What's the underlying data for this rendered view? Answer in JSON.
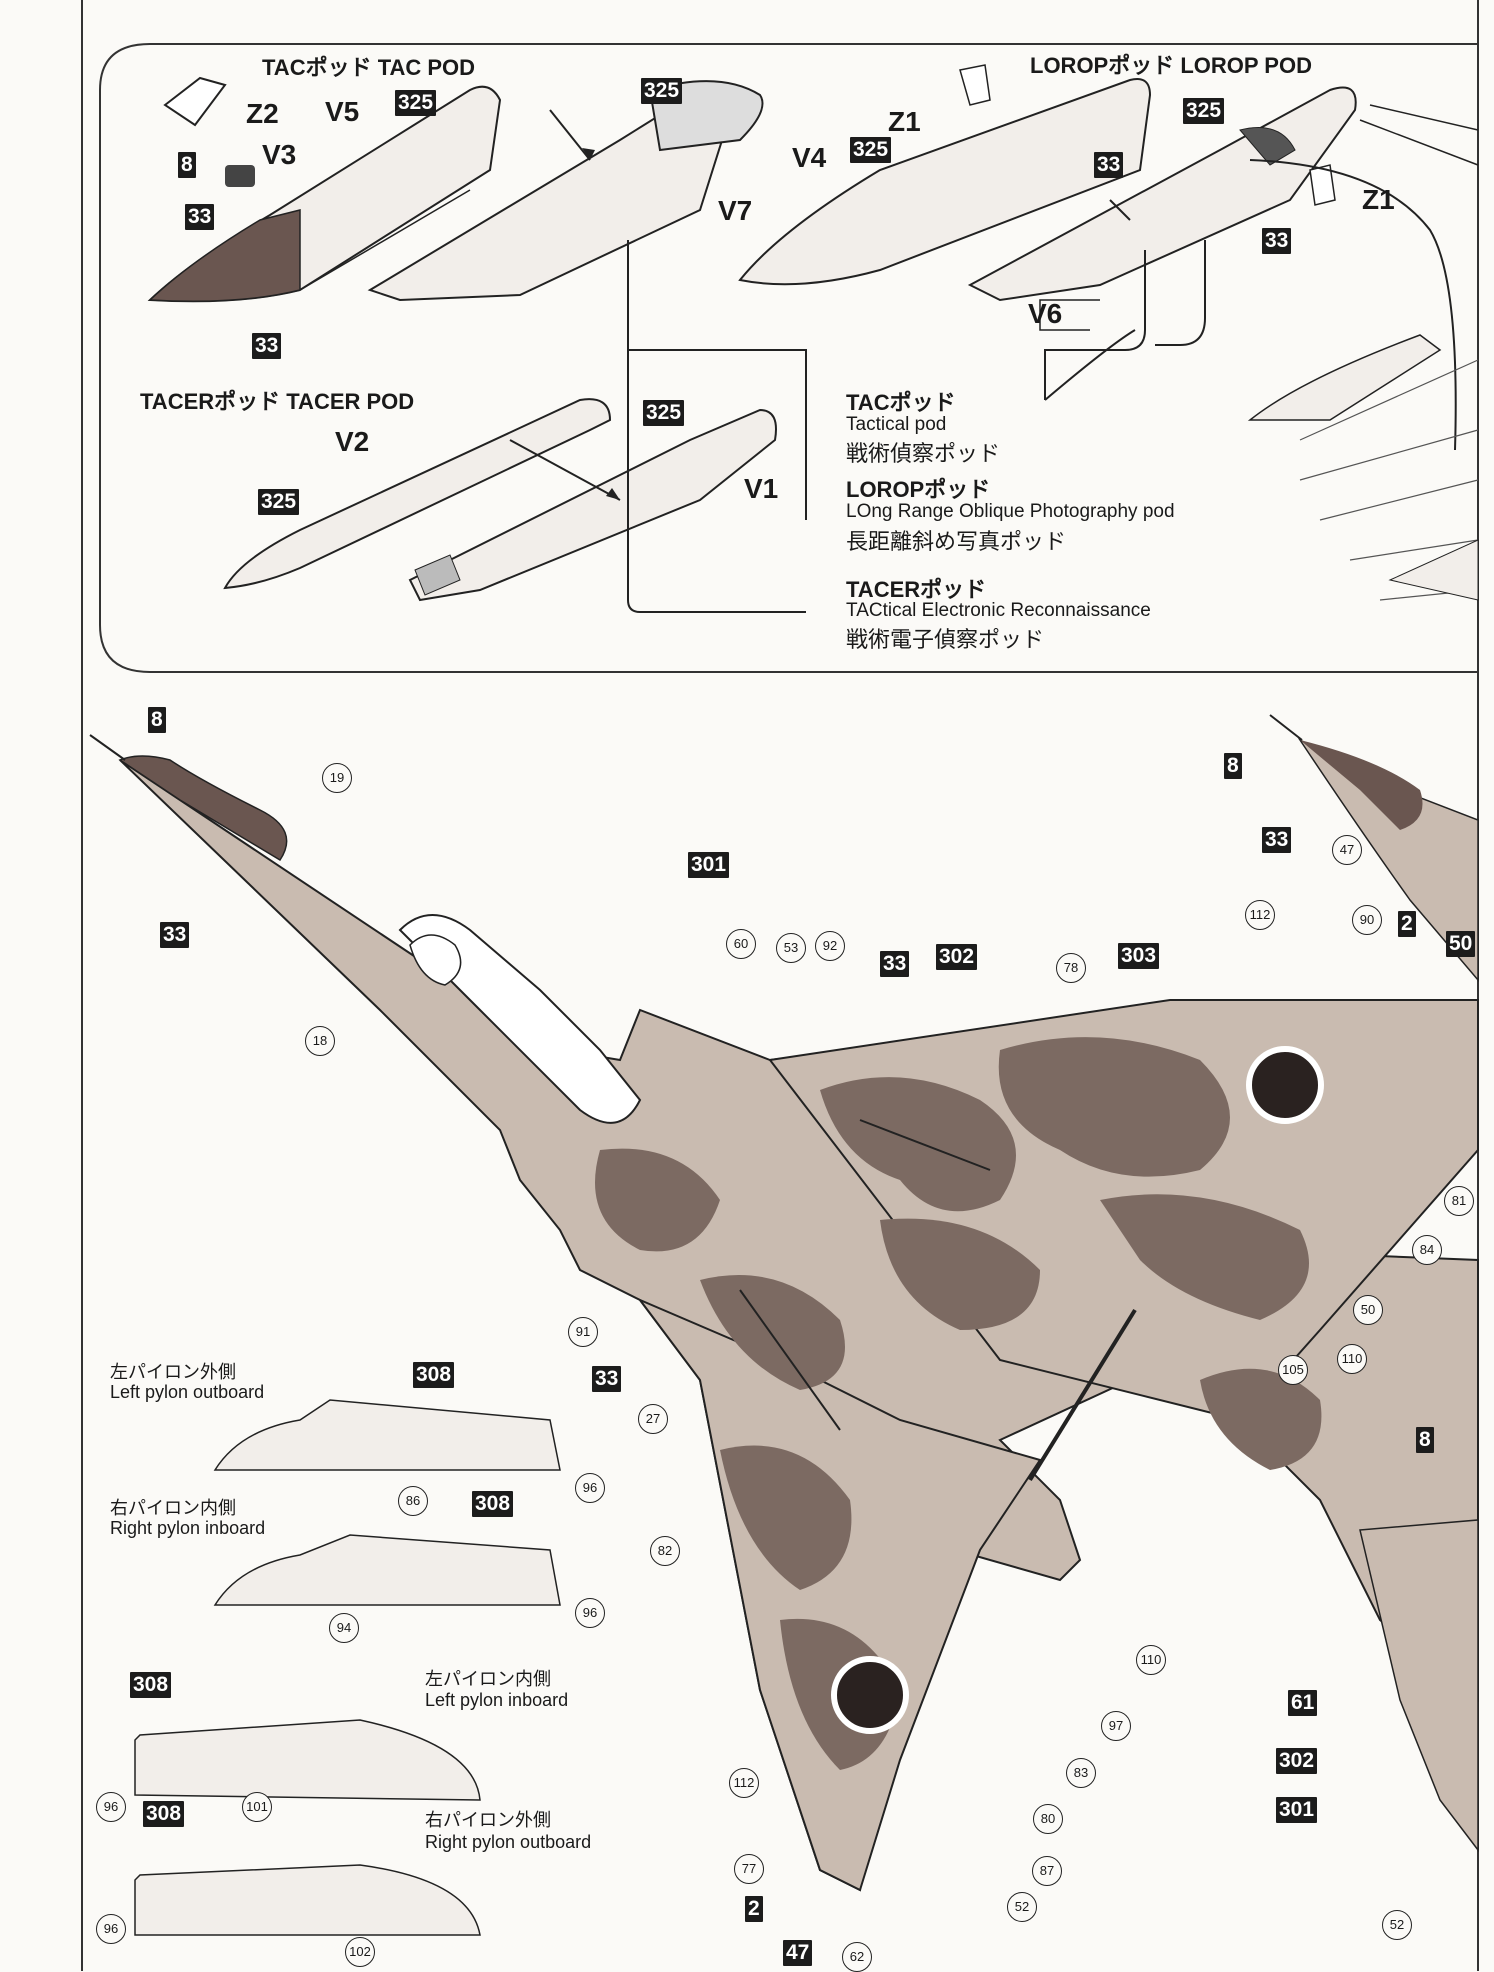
{
  "pod_panel": {
    "tac_title": "TACポッド TAC POD",
    "lorop_title": "LOROPポッド LOROP POD",
    "tacer_title": "TACERポッド TACER POD",
    "callouts": {
      "tac": {
        "z2": "Z2",
        "v5": "V5",
        "p325a": "325",
        "p8": "8",
        "v3": "V3",
        "p33a": "33",
        "p33b": "33",
        "p325b": "325",
        "v4": "V4"
      },
      "lorop": {
        "z1a": "Z1",
        "p325a": "325",
        "v7": "V7",
        "p33a": "33",
        "p325b": "325",
        "z1b": "Z1",
        "p33b": "33",
        "v6": "V6"
      },
      "tacer": {
        "v2": "V2",
        "p325a": "325",
        "p325b": "325",
        "v1": "V1"
      }
    },
    "legend": {
      "tac_h": "TACポッド",
      "tac_en": "Tactical pod",
      "tac_jp": "戦術偵察ポッド",
      "lorop_h": "LOROPポッド",
      "lorop_en": "LOng Range Oblique Photography pod",
      "lorop_jp": "長距離斜め写真ポッド",
      "tacer_h": "TACERポッド",
      "tacer_en": "TACtical Electronic Reconnaissance",
      "tacer_jp": "戦術電子偵察ポッド"
    }
  },
  "aircraft": {
    "boxes": {
      "b8a": "8",
      "b33a": "33",
      "b301a": "301",
      "b33b": "33",
      "b302a": "302",
      "b303": "303",
      "b8b": "8",
      "b33c": "33",
      "b2a": "2",
      "b50": "50",
      "b33d": "33",
      "b8c": "8",
      "b61": "61",
      "b302b": "302",
      "b301b": "301",
      "b2b": "2",
      "b47": "47"
    },
    "circles": {
      "c19": "19",
      "c18": "18",
      "c60": "60",
      "c53": "53",
      "c92": "92",
      "c78": "78",
      "c112a": "112",
      "c90": "90",
      "c47": "47",
      "c81": "81",
      "c84": "84",
      "c50": "50",
      "c110a": "110",
      "c105": "105",
      "c91": "91",
      "c27": "27",
      "c82": "82",
      "c110b": "110",
      "c97": "97",
      "c83": "83",
      "c112b": "112",
      "c80": "80",
      "c77": "77",
      "c87": "87",
      "c52a": "52",
      "c62": "62",
      "c52b": "52"
    }
  },
  "pylons": [
    {
      "jp": "左パイロン外側",
      "en": "Left pylon outboard",
      "part": "308",
      "c1": "86",
      "c2": "96"
    },
    {
      "jp": "右パイロン内側",
      "en": "Right pylon inboard",
      "part": "308",
      "c1": "94",
      "c2": "96"
    },
    {
      "jp": "左パイロン内側",
      "en": "Left pylon inboard",
      "part": "308",
      "c1": "101",
      "c2": "96"
    },
    {
      "jp": "右パイロン外側",
      "en": "Right pylon outboard",
      "part": "308",
      "c1": "102",
      "c2": "96"
    }
  ],
  "colors": {
    "camo_light": "#c9bbb0",
    "camo_dark": "#7c6a62",
    "nose": "#6a5650",
    "roundel": "#2a2220",
    "ink": "#1a1a1a"
  }
}
